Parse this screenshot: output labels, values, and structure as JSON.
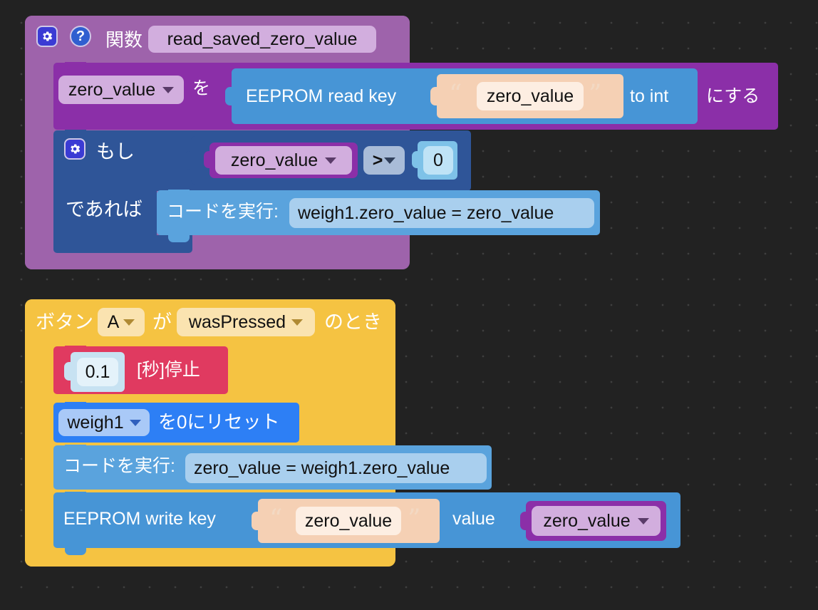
{
  "workspace": {
    "background_color": "#222222",
    "grid_dot_color": "#4a4a4a"
  },
  "blocks": {
    "function_block": {
      "gear_icon": "gear-icon",
      "help_icon": "?",
      "keyword": "関数",
      "name": "read_saved_zero_value",
      "color": "#9e63ab",
      "set_statement": {
        "variable": "zero_value",
        "particle_wo": "を",
        "suffix": "にする",
        "color": "#8b2fa8",
        "value_block": {
          "label_left": "EEPROM read key",
          "text_value": "zero_value",
          "label_right": "to int",
          "color": "#4795d6",
          "string_color": "#f5d0b4"
        }
      },
      "if_statement": {
        "gear_icon": "gear-icon",
        "if_label": "もし",
        "then_label": "であれば",
        "color": "#2f5598",
        "condition": {
          "left_variable": "zero_value",
          "operator": "> ",
          "right_number": "0",
          "operator_block_color": "#2f5598",
          "number_color": "#a8d8f0"
        },
        "body": {
          "label": "コードを実行:",
          "code": "weigh1.zero_value = zero_value",
          "color": "#5aa3dd",
          "field_color": "#a9cfee"
        }
      }
    },
    "event_block": {
      "prefix": "ボタン",
      "button": "A",
      "particle_ga": "が",
      "event": "wasPressed",
      "suffix": "のとき",
      "color": "#f5c342",
      "field_color": "#fae3b0",
      "statements": {
        "pause": {
          "value": "0.1",
          "label": "[秒]停止",
          "color": "#e03a60",
          "field_color": "#c7e2f2"
        },
        "reset": {
          "target": "weigh1",
          "label": "を0にリセット",
          "color": "#2d7ff5",
          "field_color": "#a9c9f7"
        },
        "run_code": {
          "label": "コードを実行:",
          "code": "zero_value = weigh1.zero_value",
          "color": "#5aa3dd",
          "field_color": "#a9cfee"
        },
        "eeprom_write": {
          "label_left": "EEPROM write key",
          "text_value": "zero_value",
          "label_mid": "value",
          "variable_value": "zero_value",
          "color": "#4795d6",
          "string_color": "#f5d0b4",
          "variable_color": "#8b2fa8",
          "variable_field_color": "#d2aede"
        }
      }
    }
  }
}
